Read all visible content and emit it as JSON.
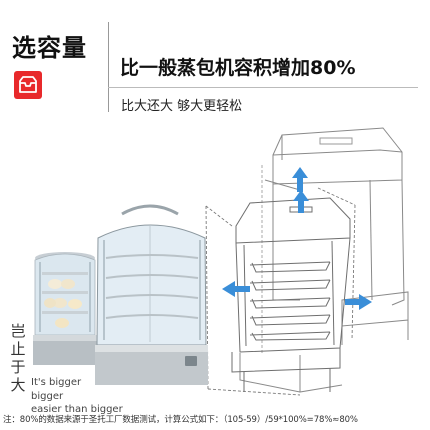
{
  "header": {
    "title": "选容量",
    "headline": "比一般蒸包机容积增加80%",
    "subline": "比大还大 够大更轻松"
  },
  "slogan": {
    "vertical_chars": [
      "岂",
      "止",
      "于",
      "大"
    ],
    "en_line1": "It's bigger",
    "en_line2": "bigger",
    "en_line3": "easier than bigger"
  },
  "footnote": "注：80%的数据来源于圣托工厂数据测试，计算公式如下：（105-59）/59*100%=78%≈80%",
  "colors": {
    "accent": "#e8292b",
    "arrow": "#3a8ed8",
    "line": "#7a7a7a"
  }
}
